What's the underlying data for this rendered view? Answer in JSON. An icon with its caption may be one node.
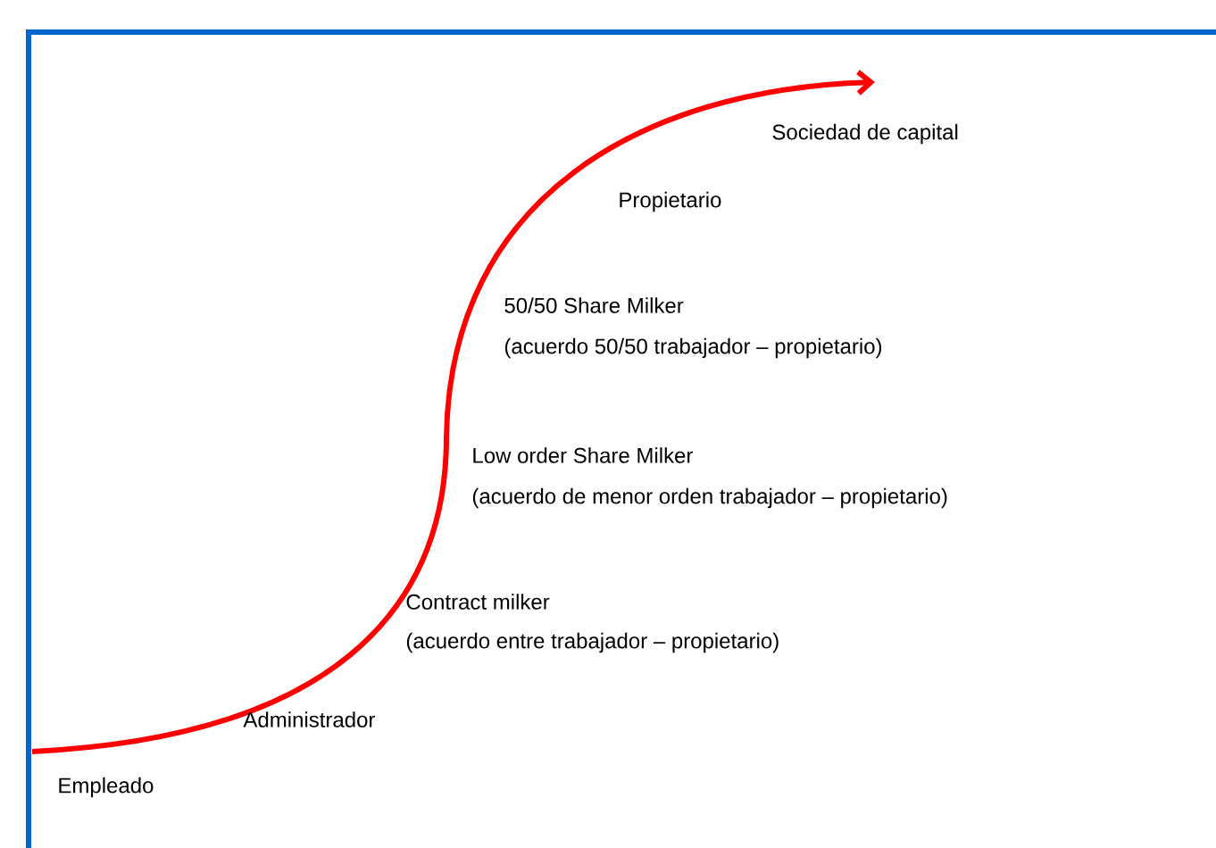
{
  "diagram": {
    "labels": [
      "Sociedad de capital",
      "Propietario",
      "50/50  Share Milker",
      "(acuerdo 50/50 trabajador – propietario)",
      "Low order Share Milker",
      "(acuerdo de menor orden trabajador – propietario)",
      "Contract milker",
      "(acuerdo entre trabajador – propietario)",
      "Administrador",
      "Empleado"
    ]
  }
}
